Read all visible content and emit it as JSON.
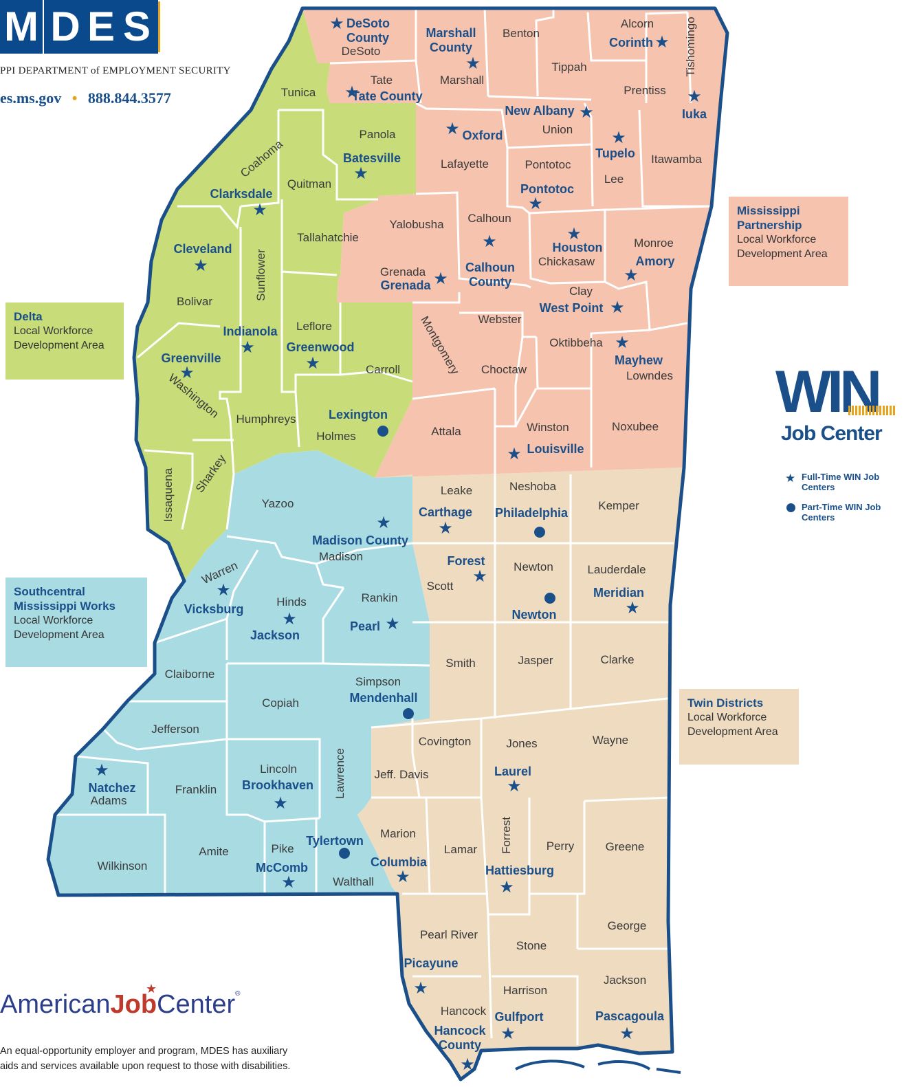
{
  "header": {
    "logo_letters": [
      "M",
      "D",
      "E",
      "S"
    ],
    "agency_name": "PPI DEPARTMENT of EMPLOYMENT SECURITY",
    "website": "es.ms.gov",
    "phone": "888.844.3577",
    "separator": "•",
    "brand_color": "#0a4a8c",
    "accent_color": "#e8a31d"
  },
  "regions": [
    {
      "name": "Delta",
      "subtitle": "Local Workforce Development Area",
      "color": "#c8dc7a"
    },
    {
      "name": "Mississippi Partnership",
      "subtitle": "Local Workforce Development Area",
      "color": "#f6c3ae"
    },
    {
      "name": "Southcentral Mississippi Works",
      "subtitle": "Local Workforce Development Area",
      "color": "#a9dbe3"
    },
    {
      "name": "Twin Districts",
      "subtitle": "Local Workforce Development Area",
      "color": "#efdcc0"
    }
  ],
  "win_logo": {
    "letters": "WIN",
    "subtitle": "Job Center",
    "color": "#1a4f8a"
  },
  "legend": {
    "full_time": "Full-Time WIN Job Centers",
    "part_time": "Part-Time WIN Job Centers"
  },
  "counties": [
    "DeSoto",
    "Marshall",
    "Benton",
    "Alcorn",
    "Tishomingo",
    "Tippah",
    "Prentiss",
    "Tate",
    "Tunica",
    "Union",
    "Panola",
    "Lafayette",
    "Pontotoc",
    "Lee",
    "Itawamba",
    "Coahoma",
    "Quitman",
    "Yalobusha",
    "Calhoun",
    "Chickasaw",
    "Monroe",
    "Tallahatchie",
    "Grenada",
    "Clay",
    "Webster",
    "Bolivar",
    "Sunflower",
    "Leflore",
    "Montgomery",
    "Oktibbeha",
    "Carroll",
    "Choctaw",
    "Lowndes",
    "Washington",
    "Humphreys",
    "Holmes",
    "Attala",
    "Winston",
    "Noxubee",
    "Issaquena",
    "Sharkey",
    "Yazoo",
    "Leake",
    "Neshoba",
    "Kemper",
    "Madison",
    "Warren",
    "Hinds",
    "Rankin",
    "Scott",
    "Newton",
    "Lauderdale",
    "Smith",
    "Jasper",
    "Clarke",
    "Claiborne",
    "Copiah",
    "Simpson",
    "Jefferson",
    "Covington",
    "Jones",
    "Wayne",
    "Lincoln",
    "Lawrence",
    "Jeff. Davis",
    "Adams",
    "Franklin",
    "Marion",
    "Lamar",
    "Forrest",
    "Perry",
    "Greene",
    "Wilkinson",
    "Amite",
    "Pike",
    "Walthall",
    "Pearl River",
    "Stone",
    "George",
    "Harrison",
    "Jackson",
    "Hancock"
  ],
  "job_centers": [
    {
      "name": "DeSoto County",
      "type": "full-time"
    },
    {
      "name": "Marshall County",
      "type": "full-time"
    },
    {
      "name": "Corinth",
      "type": "full-time"
    },
    {
      "name": "Tate County",
      "type": "full-time"
    },
    {
      "name": "Iuka",
      "type": "full-time"
    },
    {
      "name": "New Albany",
      "type": "full-time"
    },
    {
      "name": "Oxford",
      "type": "full-time"
    },
    {
      "name": "Tupelo",
      "type": "full-time"
    },
    {
      "name": "Batesville",
      "type": "full-time"
    },
    {
      "name": "Clarksdale",
      "type": "full-time"
    },
    {
      "name": "Pontotoc",
      "type": "full-time"
    },
    {
      "name": "Cleveland",
      "type": "full-time"
    },
    {
      "name": "Houston",
      "type": "full-time"
    },
    {
      "name": "Calhoun County",
      "type": "full-time"
    },
    {
      "name": "Amory",
      "type": "full-time"
    },
    {
      "name": "Grenada",
      "type": "full-time"
    },
    {
      "name": "West Point",
      "type": "full-time"
    },
    {
      "name": "Indianola",
      "type": "full-time"
    },
    {
      "name": "Greenwood",
      "type": "full-time"
    },
    {
      "name": "Greenville",
      "type": "full-time"
    },
    {
      "name": "Mayhew",
      "type": "full-time"
    },
    {
      "name": "Lexington",
      "type": "part-time"
    },
    {
      "name": "Louisville",
      "type": "full-time"
    },
    {
      "name": "Carthage",
      "type": "full-time"
    },
    {
      "name": "Philadelphia",
      "type": "part-time"
    },
    {
      "name": "Madison County",
      "type": "full-time"
    },
    {
      "name": "Forest",
      "type": "full-time"
    },
    {
      "name": "Newton",
      "type": "part-time"
    },
    {
      "name": "Meridian",
      "type": "full-time"
    },
    {
      "name": "Vicksburg",
      "type": "full-time"
    },
    {
      "name": "Jackson",
      "type": "full-time"
    },
    {
      "name": "Pearl",
      "type": "full-time"
    },
    {
      "name": "Mendenhall",
      "type": "part-time"
    },
    {
      "name": "Laurel",
      "type": "full-time"
    },
    {
      "name": "Natchez",
      "type": "full-time"
    },
    {
      "name": "Brookhaven",
      "type": "full-time"
    },
    {
      "name": "Tylertown",
      "type": "part-time"
    },
    {
      "name": "McComb",
      "type": "full-time"
    },
    {
      "name": "Columbia",
      "type": "full-time"
    },
    {
      "name": "Hattiesburg",
      "type": "full-time"
    },
    {
      "name": "Picayune",
      "type": "full-time"
    },
    {
      "name": "Gulfport",
      "type": "full-time"
    },
    {
      "name": "Pascagoula",
      "type": "full-time"
    },
    {
      "name": "Hancock County",
      "type": "full-time"
    }
  ],
  "ajc_logo": {
    "part1": "American",
    "part2": "Job",
    "part3": "Center",
    "reg": "®"
  },
  "footer": {
    "line1": "An equal-opportunity employer and program, MDES has auxiliary",
    "line2": "aids and services available upon request to those with disabilities."
  }
}
